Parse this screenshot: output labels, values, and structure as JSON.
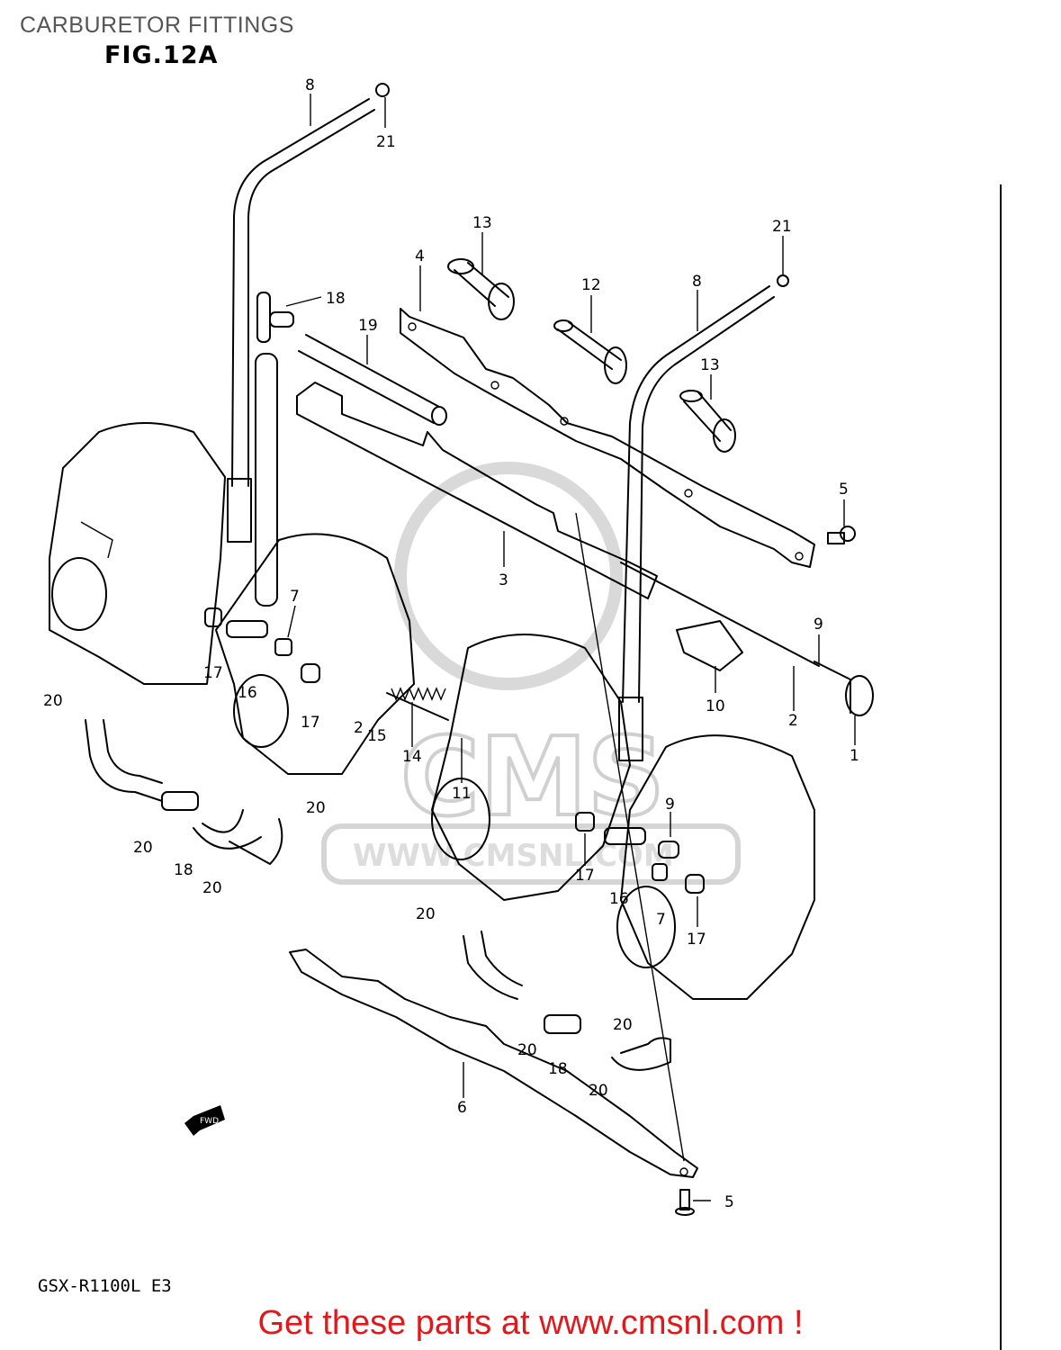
{
  "header": {
    "title": "CARBURETOR FITTINGS",
    "figure": "FIG.12A"
  },
  "footer": {
    "model": "GSX-R1100L E3",
    "link_text": "Get these parts at www.cmsnl.com !"
  },
  "watermark": {
    "brand": "CMS",
    "url": "WWW.CMSNL.COM"
  },
  "direction_badge": "FWD",
  "callouts": [
    {
      "id": "c8a",
      "label": "8"
    },
    {
      "id": "c21a",
      "label": "21"
    },
    {
      "id": "c18a",
      "label": "18"
    },
    {
      "id": "c19",
      "label": "19"
    },
    {
      "id": "c4",
      "label": "4"
    },
    {
      "id": "c13a",
      "label": "13"
    },
    {
      "id": "c12",
      "label": "12"
    },
    {
      "id": "c8b",
      "label": "8"
    },
    {
      "id": "c21b",
      "label": "21"
    },
    {
      "id": "c13b",
      "label": "13"
    },
    {
      "id": "c5a",
      "label": "5"
    },
    {
      "id": "c3",
      "label": "3"
    },
    {
      "id": "c7a",
      "label": "7"
    },
    {
      "id": "c9a",
      "label": "9"
    },
    {
      "id": "c10",
      "label": "10"
    },
    {
      "id": "c2a",
      "label": "2"
    },
    {
      "id": "c1",
      "label": "1"
    },
    {
      "id": "c17a",
      "label": "17"
    },
    {
      "id": "c16a",
      "label": "16"
    },
    {
      "id": "c20a",
      "label": "20"
    },
    {
      "id": "c17b",
      "label": "17"
    },
    {
      "id": "c2b",
      "label": "2"
    },
    {
      "id": "c15",
      "label": "15"
    },
    {
      "id": "c14",
      "label": "14"
    },
    {
      "id": "c11",
      "label": "11"
    },
    {
      "id": "c20b",
      "label": "20"
    },
    {
      "id": "c20c",
      "label": "20"
    },
    {
      "id": "c18b",
      "label": "18"
    },
    {
      "id": "c20d",
      "label": "20"
    },
    {
      "id": "c9b",
      "label": "9"
    },
    {
      "id": "c17c",
      "label": "17"
    },
    {
      "id": "c16b",
      "label": "16"
    },
    {
      "id": "c7b",
      "label": "7"
    },
    {
      "id": "c17d",
      "label": "17"
    },
    {
      "id": "c20e",
      "label": "20"
    },
    {
      "id": "c20f",
      "label": "20"
    },
    {
      "id": "c20g",
      "label": "20"
    },
    {
      "id": "c18c",
      "label": "18"
    },
    {
      "id": "c20h",
      "label": "20"
    },
    {
      "id": "c6",
      "label": "6"
    },
    {
      "id": "c5b",
      "label": "5"
    }
  ]
}
